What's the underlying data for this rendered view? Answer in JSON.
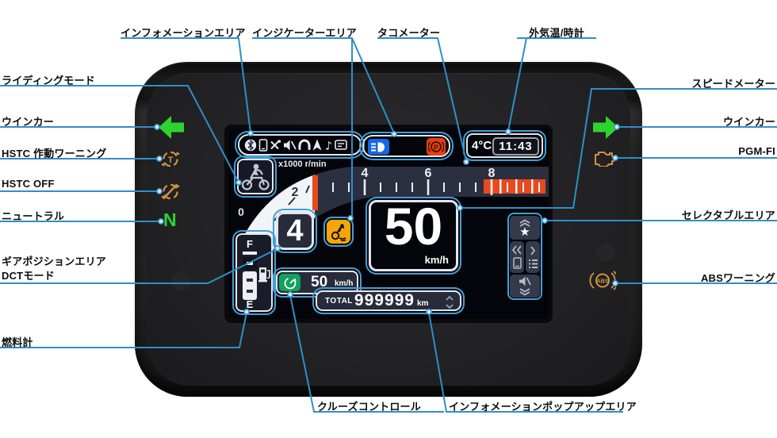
{
  "labels": {
    "information_area": "インフォメーションエリア",
    "indicator_area": "インジケーターエリア",
    "tachometer": "タコメーター",
    "temp_clock": "外気温/時計",
    "riding_mode": "ライディングモード",
    "winker_left": "ウインカー",
    "hstc_warning": "HSTC 作動ワーニング",
    "hstc_off": "HSTC OFF",
    "neutral": "ニュートラル",
    "gear_position_line1": "ギアポジションエリア",
    "gear_position_line2": "DCTモード",
    "fuel_meter": "燃料計",
    "speedometer": "スピードメーター",
    "winker_right": "ウインカー",
    "pgm_fi": "PGM-FI",
    "selectable_area": "セレクタブルエリア",
    "abs_warning": "ABSワーニング",
    "cruise_control": "クルーズコントロール",
    "info_popup_area": "インフォメーションポップアップエリア"
  },
  "display": {
    "rpm_unit": "x1000 r/min",
    "tach": {
      "n0": "0",
      "n2": "2",
      "n4": "4",
      "n6": "6",
      "n8": "8"
    },
    "gear": "4",
    "speed": "50",
    "speed_unit": "km/h",
    "cruise_speed": "50",
    "cruise_unit": "km/h",
    "odo_label": "TOTAL",
    "odo_value": "999999",
    "odo_unit": "km",
    "outside_temp": "4°C",
    "clock": "11:43",
    "fuel_full": "F",
    "fuel_empty": "E",
    "neutral_indicator": "N",
    "abs_text": "ABS",
    "hstc_letter": "T"
  },
  "icons": {
    "info_row": [
      "bluetooth",
      "smartphone",
      "message-muted",
      "speaker-muted",
      "phone",
      "navigation-arrow",
      "music-note",
      "chat"
    ],
    "bezel_left": [
      "turn-signal-left-arrow",
      "hstc-warning",
      "hstc-off",
      "neutral-letter"
    ],
    "bezel_right": [
      "turn-signal-right-arrow",
      "engine-mil",
      "abs-warning"
    ],
    "screen": [
      "riding-mode-motorcycle",
      "hstc-intervention",
      "low-beam-headlight",
      "parking-brake",
      "cruise-control-gauge",
      "fuel-pump",
      "selectable-buttons"
    ]
  },
  "colors": {
    "callout_blue": "#2e8fc8",
    "outline_blue": "#3f9fd8",
    "screen_navy": "#272b3a",
    "needle_redline_orange": "#e8491e",
    "indicator_green": "#2fd32f",
    "warning_amber": "#cf9440",
    "hstc_yellow": "#f2a60a",
    "headlight_blue": "#1766e8",
    "parking_red": "#e8400c",
    "cruise_green": "#12a15e"
  }
}
